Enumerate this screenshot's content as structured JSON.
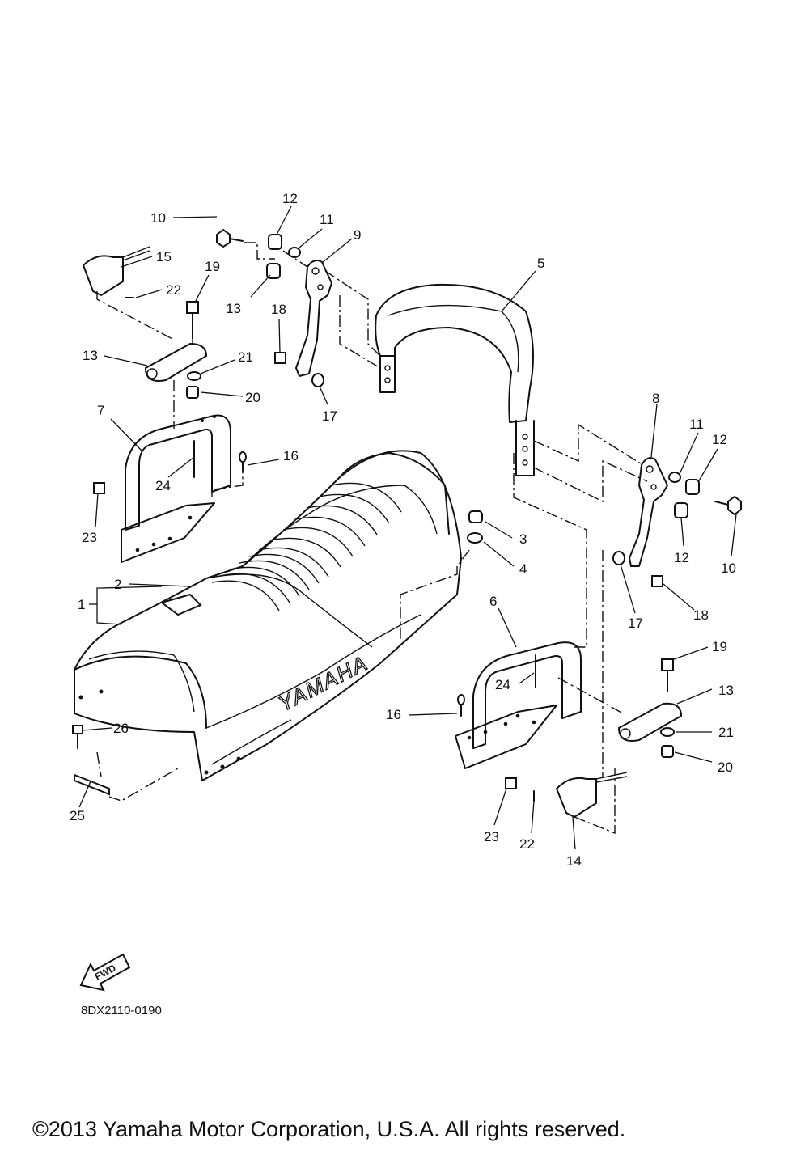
{
  "diagram": {
    "callouts": [
      "1",
      "2",
      "3",
      "4",
      "5",
      "6",
      "7",
      "8",
      "9",
      "10",
      "11",
      "12",
      "13",
      "14",
      "15",
      "16",
      "17",
      "18",
      "19",
      "20",
      "21",
      "22",
      "23",
      "24",
      "25",
      "26"
    ],
    "seat_brand_text": "YAMAHA",
    "arrow_text": "FWD",
    "drawing_code": "8DX2110-0190"
  },
  "footer": {
    "copyright": "©2013 Yamaha Motor Corporation, U.S.A. All rights reserved."
  }
}
